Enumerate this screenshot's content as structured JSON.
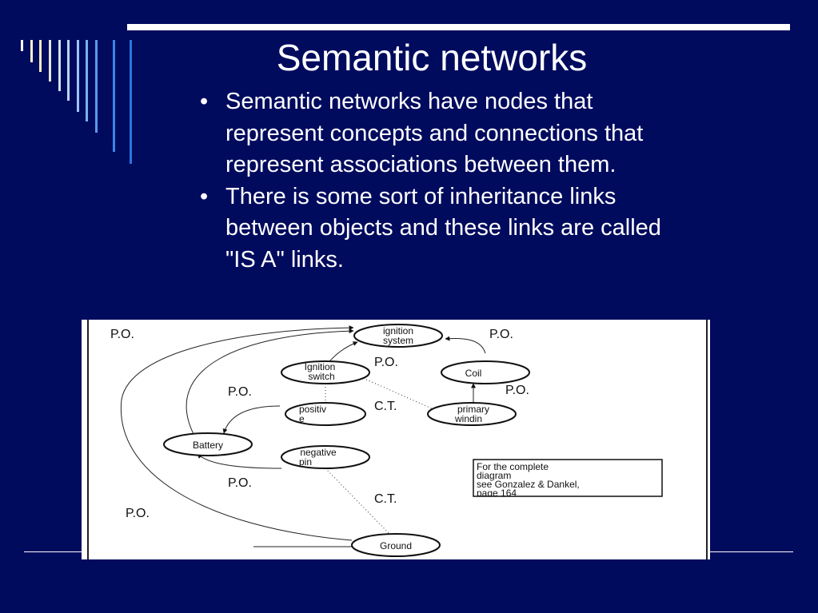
{
  "slide": {
    "title": "Semantic networks",
    "bullets": [
      "Semantic networks have nodes that represent concepts and connections that represent associations between them.",
      "There is some sort of inheritance links between objects and these links are called \"IS A\" links."
    ]
  },
  "diagram": {
    "nodes": {
      "ignition_system": [
        "ignition",
        "system"
      ],
      "ignition_switch": [
        "Ignition",
        "switch"
      ],
      "coil": "Coil",
      "positive": [
        "positiv",
        "e"
      ],
      "primary_winding": [
        "primary",
        "windin"
      ],
      "battery": "Battery",
      "negative_pin": [
        "negative",
        "pin"
      ],
      "ground": "Ground"
    },
    "edge_labels": {
      "po_top_left": "P.O.",
      "po_top_right": "P.O.",
      "po_switch": "P.O.",
      "po_coil": "P.O.",
      "po_battery": "P.O.",
      "ct_mid": "C.T.",
      "po_lower": "P.O.",
      "ct_lower": "C.T.",
      "po_bottom_left": "P.O."
    },
    "note_lines": [
      "For the complete",
      "diagram",
      "see Gonzalez & Dankel,",
      "page 164"
    ]
  },
  "colors": {
    "background": "#000b5e",
    "text": "#ffffff",
    "deco_bars": [
      "#ffffff",
      "#fff6d0",
      "#f2ecc0",
      "#e6e6d8",
      "#d4e2ee",
      "#bcd6f2",
      "#9cc6f4",
      "#7ab0f0",
      "#5a9aec",
      "#3f86e6",
      "#2a76e0"
    ]
  }
}
